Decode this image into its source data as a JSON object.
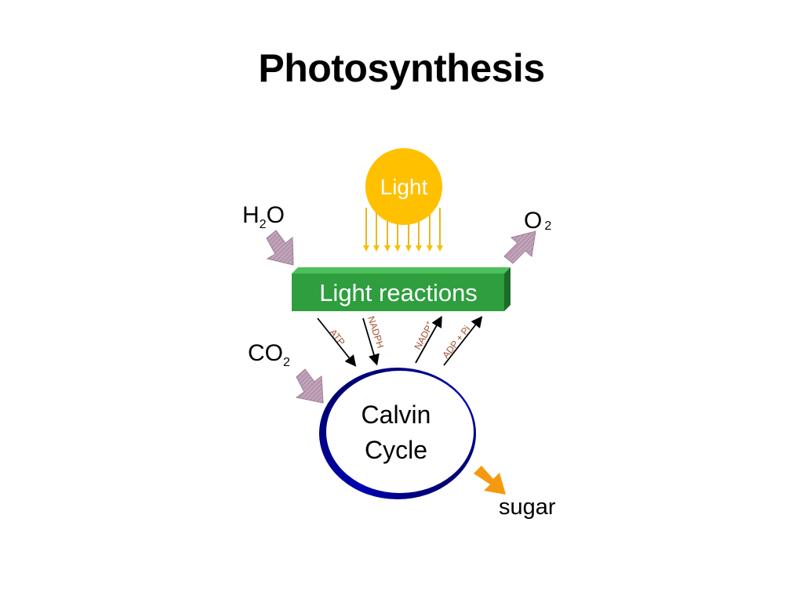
{
  "slide": {
    "title": "Photosynthesis"
  },
  "diagram": {
    "sun_label": "Light",
    "inputs": {
      "water": {
        "main": "H",
        "sub": "2",
        "tail": "O"
      },
      "carbon_dioxide": {
        "main": "CO",
        "sub": "2"
      }
    },
    "outputs": {
      "oxygen": {
        "main": "O",
        "sub": "2"
      },
      "sugar": "sugar"
    },
    "light_reactions_label": "Light reactions",
    "calvin_cycle_label": {
      "line1": "Calvin",
      "line2": "Cycle"
    },
    "transfer_labels": {
      "atp": "ATP",
      "nadph": "NADPH",
      "nadp_main": "NADP",
      "nadp_sup": "+",
      "adp_pi": "ADP + Pi"
    },
    "colors": {
      "sun": "#ffc000",
      "sun_rays": "#e8b820",
      "light_reactions_box": "#2e9e3e",
      "light_reactions_top": "#4cc05a",
      "light_reactions_side": "#1c6b28",
      "calvin_ring": "#000080",
      "input_arrows": "#b89ab0",
      "sugar_arrow": "#f59a10",
      "transfer_text": "#a0522d"
    }
  }
}
